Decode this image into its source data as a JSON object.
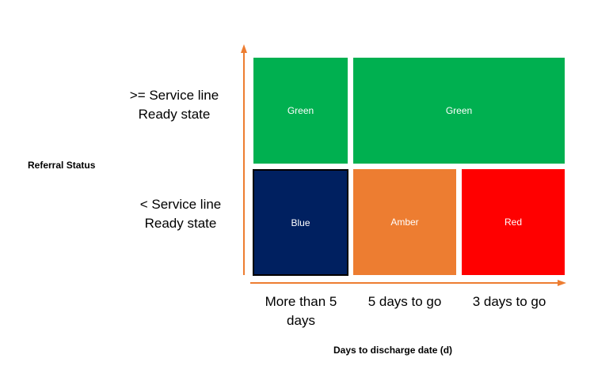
{
  "axes": {
    "y_title": "Referral Status",
    "x_title": "Days to discharge date (d)",
    "color": "#ed7d31"
  },
  "rows": [
    {
      "label": ">= Service line Ready state"
    },
    {
      "label": "< Service line Ready state"
    }
  ],
  "columns": [
    {
      "label": "More than 5 days"
    },
    {
      "label": "5 days to go"
    },
    {
      "label": "3 days to go"
    }
  ],
  "cells": {
    "top_left": {
      "label": "Green",
      "color": "#00b050"
    },
    "top_right": {
      "label": "Green",
      "color": "#00b050"
    },
    "bottom_left": {
      "label": "Blue",
      "color": "#002060"
    },
    "bottom_middle": {
      "label": "Amber",
      "color": "#ed7d31"
    },
    "bottom_right": {
      "label": "Red",
      "color": "#ff0000"
    }
  }
}
